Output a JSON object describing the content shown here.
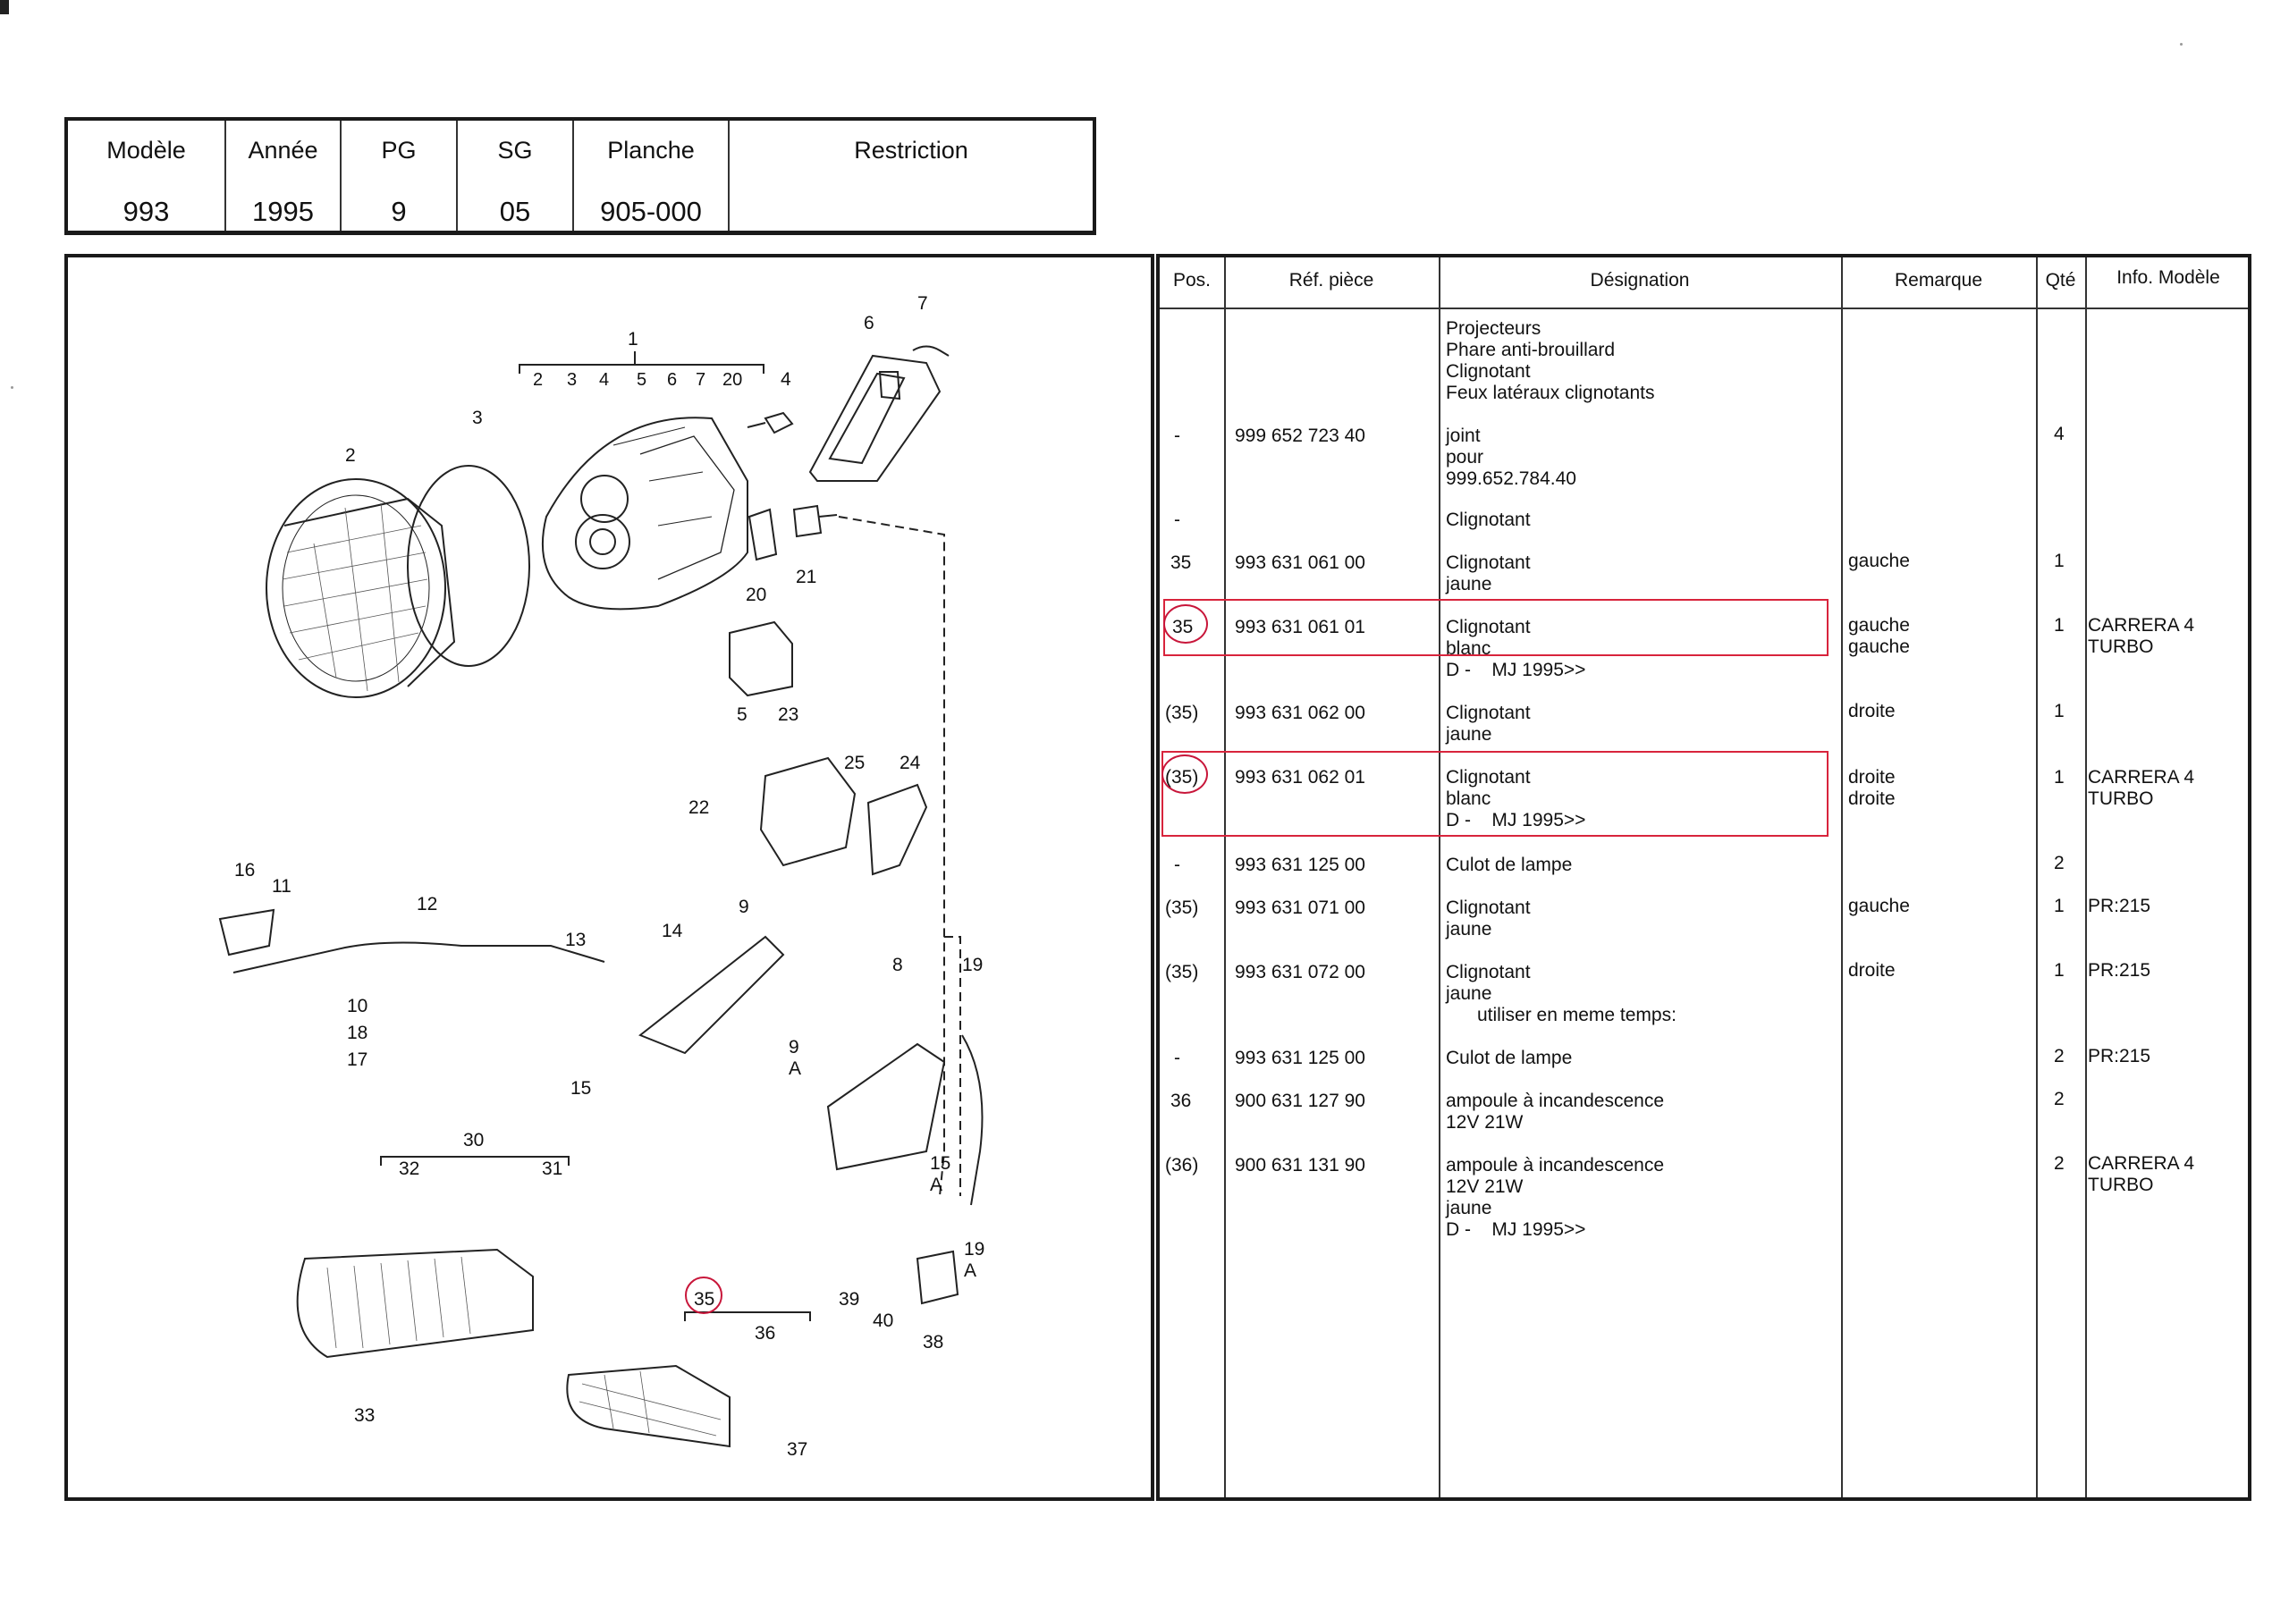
{
  "header": {
    "labels": [
      "Modèle",
      "Année",
      "PG",
      "SG",
      "Planche",
      "Restriction"
    ],
    "values": [
      "993",
      "1995",
      "9",
      "05",
      "905-000",
      ""
    ]
  },
  "diagram": {
    "callouts": [
      "1",
      "2",
      "3",
      "4",
      "5",
      "6",
      "7",
      "8",
      "9",
      "9 A",
      "10",
      "11",
      "12",
      "13",
      "14",
      "15",
      "15 A",
      "16",
      "17",
      "18",
      "19",
      "19 A",
      "20",
      "21",
      "22",
      "23",
      "24",
      "25",
      "30",
      "31",
      "32",
      "33",
      "35",
      "36",
      "37",
      "38",
      "39",
      "40"
    ],
    "group_numbers": [
      "2",
      "3",
      "4",
      "5",
      "6",
      "7",
      "20"
    ]
  },
  "table": {
    "headers": [
      "Pos.",
      "Réf. pièce",
      "Désignation",
      "Remarque",
      "Qté",
      "Info. Modèle"
    ],
    "rows": [
      {
        "pos": "",
        "ref": "",
        "designation": "Projecteurs\nPhare anti-brouillard\nClignotant\nFeux latéraux clignotants",
        "remarque": "",
        "qte": "",
        "info": ""
      },
      {
        "pos": "-",
        "ref": "999 652 723 40",
        "designation": "joint\npour\n999.652.784.40",
        "remarque": "",
        "qte": "4",
        "info": ""
      },
      {
        "pos": "-",
        "ref": "",
        "designation": "Clignotant",
        "remarque": "",
        "qte": "",
        "info": ""
      },
      {
        "pos": "35",
        "ref": "993 631 061 00",
        "designation": "Clignotant\njaune",
        "remarque": "gauche",
        "qte": "1",
        "info": ""
      },
      {
        "pos": "35",
        "ref": "993 631 061 01",
        "designation": "Clignotant\nblanc\nD -    MJ 1995>>",
        "remarque": "gauche\ngauche",
        "qte": "1",
        "info": "CARRERA 4\nTURBO"
      },
      {
        "pos": "(35)",
        "ref": "993 631 062 00",
        "designation": "Clignotant\njaune",
        "remarque": "droite",
        "qte": "1",
        "info": ""
      },
      {
        "pos": "(35)",
        "ref": "993 631 062 01",
        "designation": "Clignotant\nblanc\nD -    MJ 1995>>",
        "remarque": "droite\ndroite",
        "qte": "1",
        "info": "CARRERA 4\nTURBO"
      },
      {
        "pos": "-",
        "ref": "993 631 125 00",
        "designation": "Culot de lampe",
        "remarque": "",
        "qte": "2",
        "info": ""
      },
      {
        "pos": "(35)",
        "ref": "993 631 071 00",
        "designation": "Clignotant\njaune",
        "remarque": "gauche",
        "qte": "1",
        "info": "PR:215"
      },
      {
        "pos": "(35)",
        "ref": "993 631 072 00",
        "designation": "Clignotant\njaune\n      utiliser en meme temps:",
        "remarque": "droite",
        "qte": "1",
        "info": "PR:215"
      },
      {
        "pos": "-",
        "ref": "993 631 125 00",
        "designation": "Culot de lampe",
        "remarque": "",
        "qte": "2",
        "info": "PR:215"
      },
      {
        "pos": "36",
        "ref": "900 631 127 90",
        "designation": "ampoule à incandescence\n12V 21W",
        "remarque": "",
        "qte": "2",
        "info": ""
      },
      {
        "pos": "(36)",
        "ref": "900 631 131 90",
        "designation": "ampoule à incandescence\n12V 21W\njaune\nD -    MJ 1995>>",
        "remarque": "",
        "qte": "2",
        "info": "CARRERA 4\nTURBO"
      }
    ]
  },
  "colors": {
    "highlight": "#d8243c",
    "ink": "#1a1a1a"
  }
}
